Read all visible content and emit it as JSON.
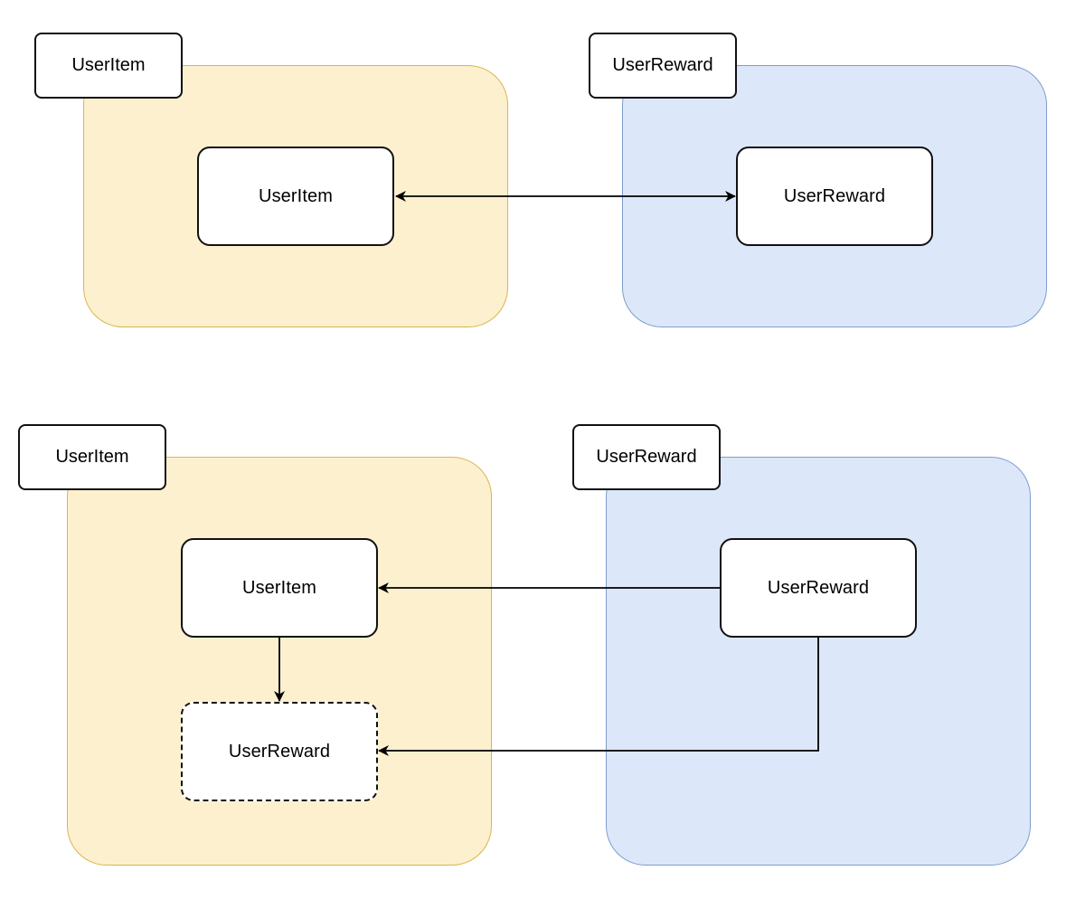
{
  "top": {
    "left_group": {
      "tag": "UserItem",
      "node": "UserItem"
    },
    "right_group": {
      "tag": "UserReward",
      "node": "UserReward"
    }
  },
  "bottom": {
    "left_group": {
      "tag": "UserItem",
      "node": "UserItem",
      "derived_node": "UserReward"
    },
    "right_group": {
      "tag": "UserReward",
      "node": "UserReward"
    }
  },
  "colors": {
    "yellow_fill": "#fcf0cf",
    "yellow_stroke": "#d9b64f",
    "blue_fill": "#dce8fa",
    "blue_stroke": "#7f9ccb",
    "edge": "#000000"
  }
}
